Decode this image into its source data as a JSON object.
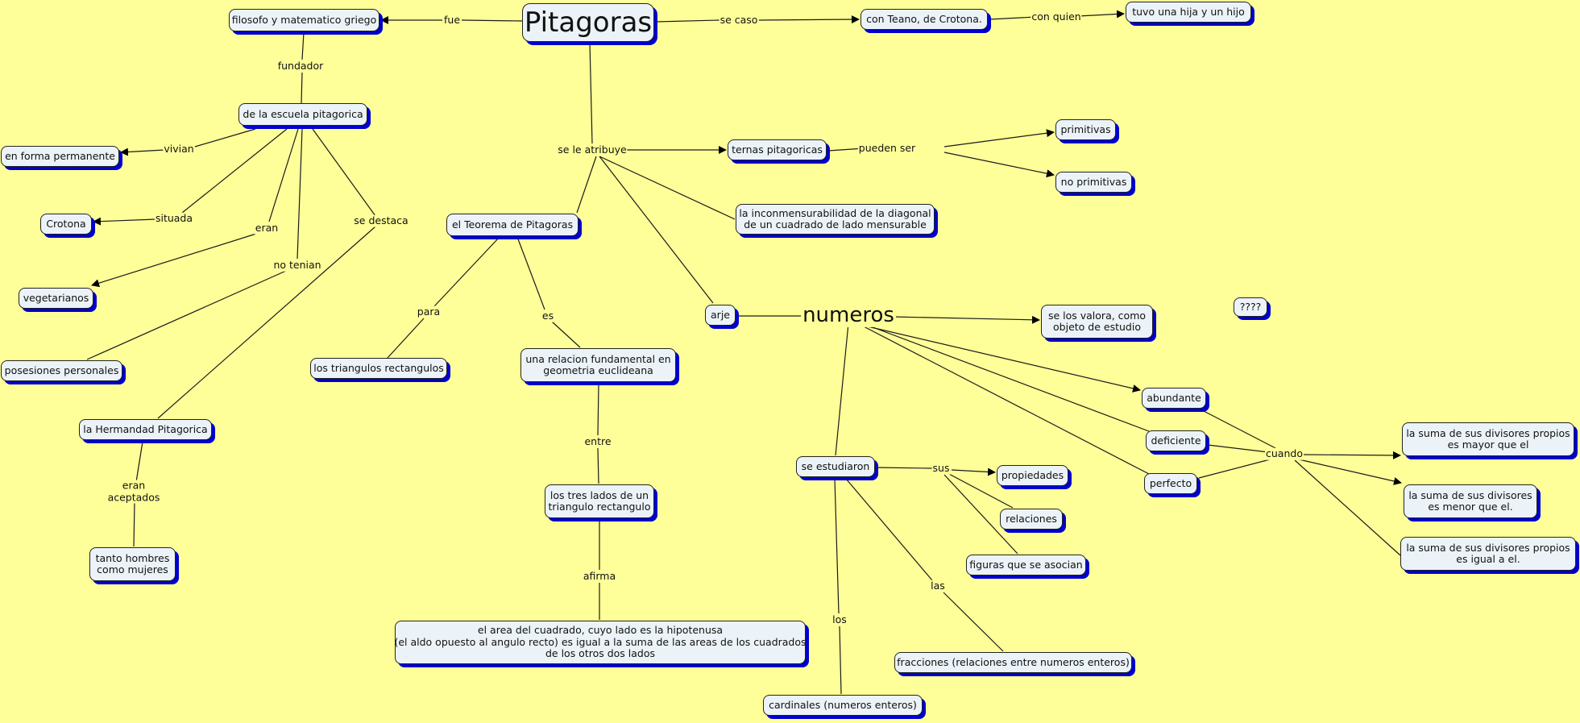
{
  "map": {
    "title": "Pitagoras",
    "background_color": "#ffff99",
    "node_fill": "#ecf3f8",
    "node_shadow": "#0000cc",
    "nodes": {
      "pitagoras": "Pitagoras",
      "filosofo": "filosofo y matematico griego",
      "teano": "con Teano, de Crotona.",
      "hijos": "tuvo una hija y un hijo",
      "escuela": "de la escuela pitagorica",
      "permanente": "en forma permanente",
      "crotona": "Crotona",
      "vegetarianos": "vegetarianos",
      "posesiones": "posesiones personales",
      "hermandad": "la Hermandad Pitagorica",
      "hombres_mujeres": "tanto hombres\ncomo mujeres",
      "teorema": "el Teorema de Pitagoras",
      "triangulos": "los triangulos rectangulos",
      "relacion": "una relacion fundamental en\ngeometria euclideana",
      "tres_lados": "los tres lados de un\ntriangulo rectangulo",
      "area": "el area del cuadrado, cuyo lado es la hipotenusa\n(el aldo opuesto al angulo recto) es igual a la suma de las areas de los cuadrados\nde los otros dos lados",
      "ternas": "ternas pitagoricas",
      "primitivas": "primitivas",
      "no_primitivas": "no primitivas",
      "inconmensurabilidad": "la inconmensurabilidad de la diagonal\nde un cuadrado de lado mensurable",
      "arje": "arje",
      "valora": "se los valora, como\nobjeto de estudio",
      "unknown": "????",
      "abundante": "abundante",
      "deficiente": "deficiente",
      "perfecto": "perfecto",
      "mayor": "la suma de sus divisores propios\nes mayor que el",
      "menor": "la suma de sus divisores\nes menor que el.",
      "igual": "la suma de sus divisores propios\nes igual a el.",
      "estudiaron": "se estudiaron",
      "propiedades": "propiedades",
      "relaciones": "relaciones",
      "figuras": "figuras que se asocian",
      "fracciones": "fracciones (relaciones entre numeros enteros)",
      "cardinales": "cardinales (numeros enteros)"
    },
    "labels": {
      "fue": "fue",
      "se_caso": "se caso",
      "con_quien": "con quien",
      "fundador": "fundador",
      "vivian": "vivian",
      "situada": "situada",
      "eran": "eran",
      "no_tenian": "no tenian",
      "se_destaca": "se destaca",
      "eran_aceptados": "eran\naceptados",
      "se_le_atribuye": "se le atribuye",
      "para": "para",
      "es": "es",
      "entre": "entre",
      "afirma": "afirma",
      "pueden_ser": "pueden ser",
      "numeros": "numeros",
      "cuando": "cuando",
      "sus": "sus",
      "las": "las",
      "los": "los"
    }
  }
}
